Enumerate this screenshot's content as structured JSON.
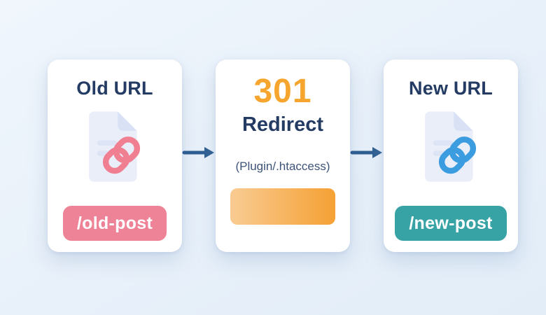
{
  "cards": {
    "old": {
      "title": "Old URL",
      "badge": "/old-post",
      "badge_color": "#ee8296",
      "link_icon_color": "#f07f92"
    },
    "redirect": {
      "code": "301",
      "code_color": "#f6a62f",
      "label": "Redirect",
      "note": "(Plugin/.htaccess)",
      "bar_gradient_start": "#f9cb92",
      "bar_gradient_end": "#f5a134"
    },
    "new": {
      "title": "New URL",
      "badge": "/new-post",
      "badge_color": "#38a3a4",
      "link_icon_color": "#3b9ce0"
    }
  },
  "arrow_color": "#2e5d91",
  "heading_color": "#243b63",
  "background_color": "#e9f1fa",
  "card_color": "#ffffff"
}
